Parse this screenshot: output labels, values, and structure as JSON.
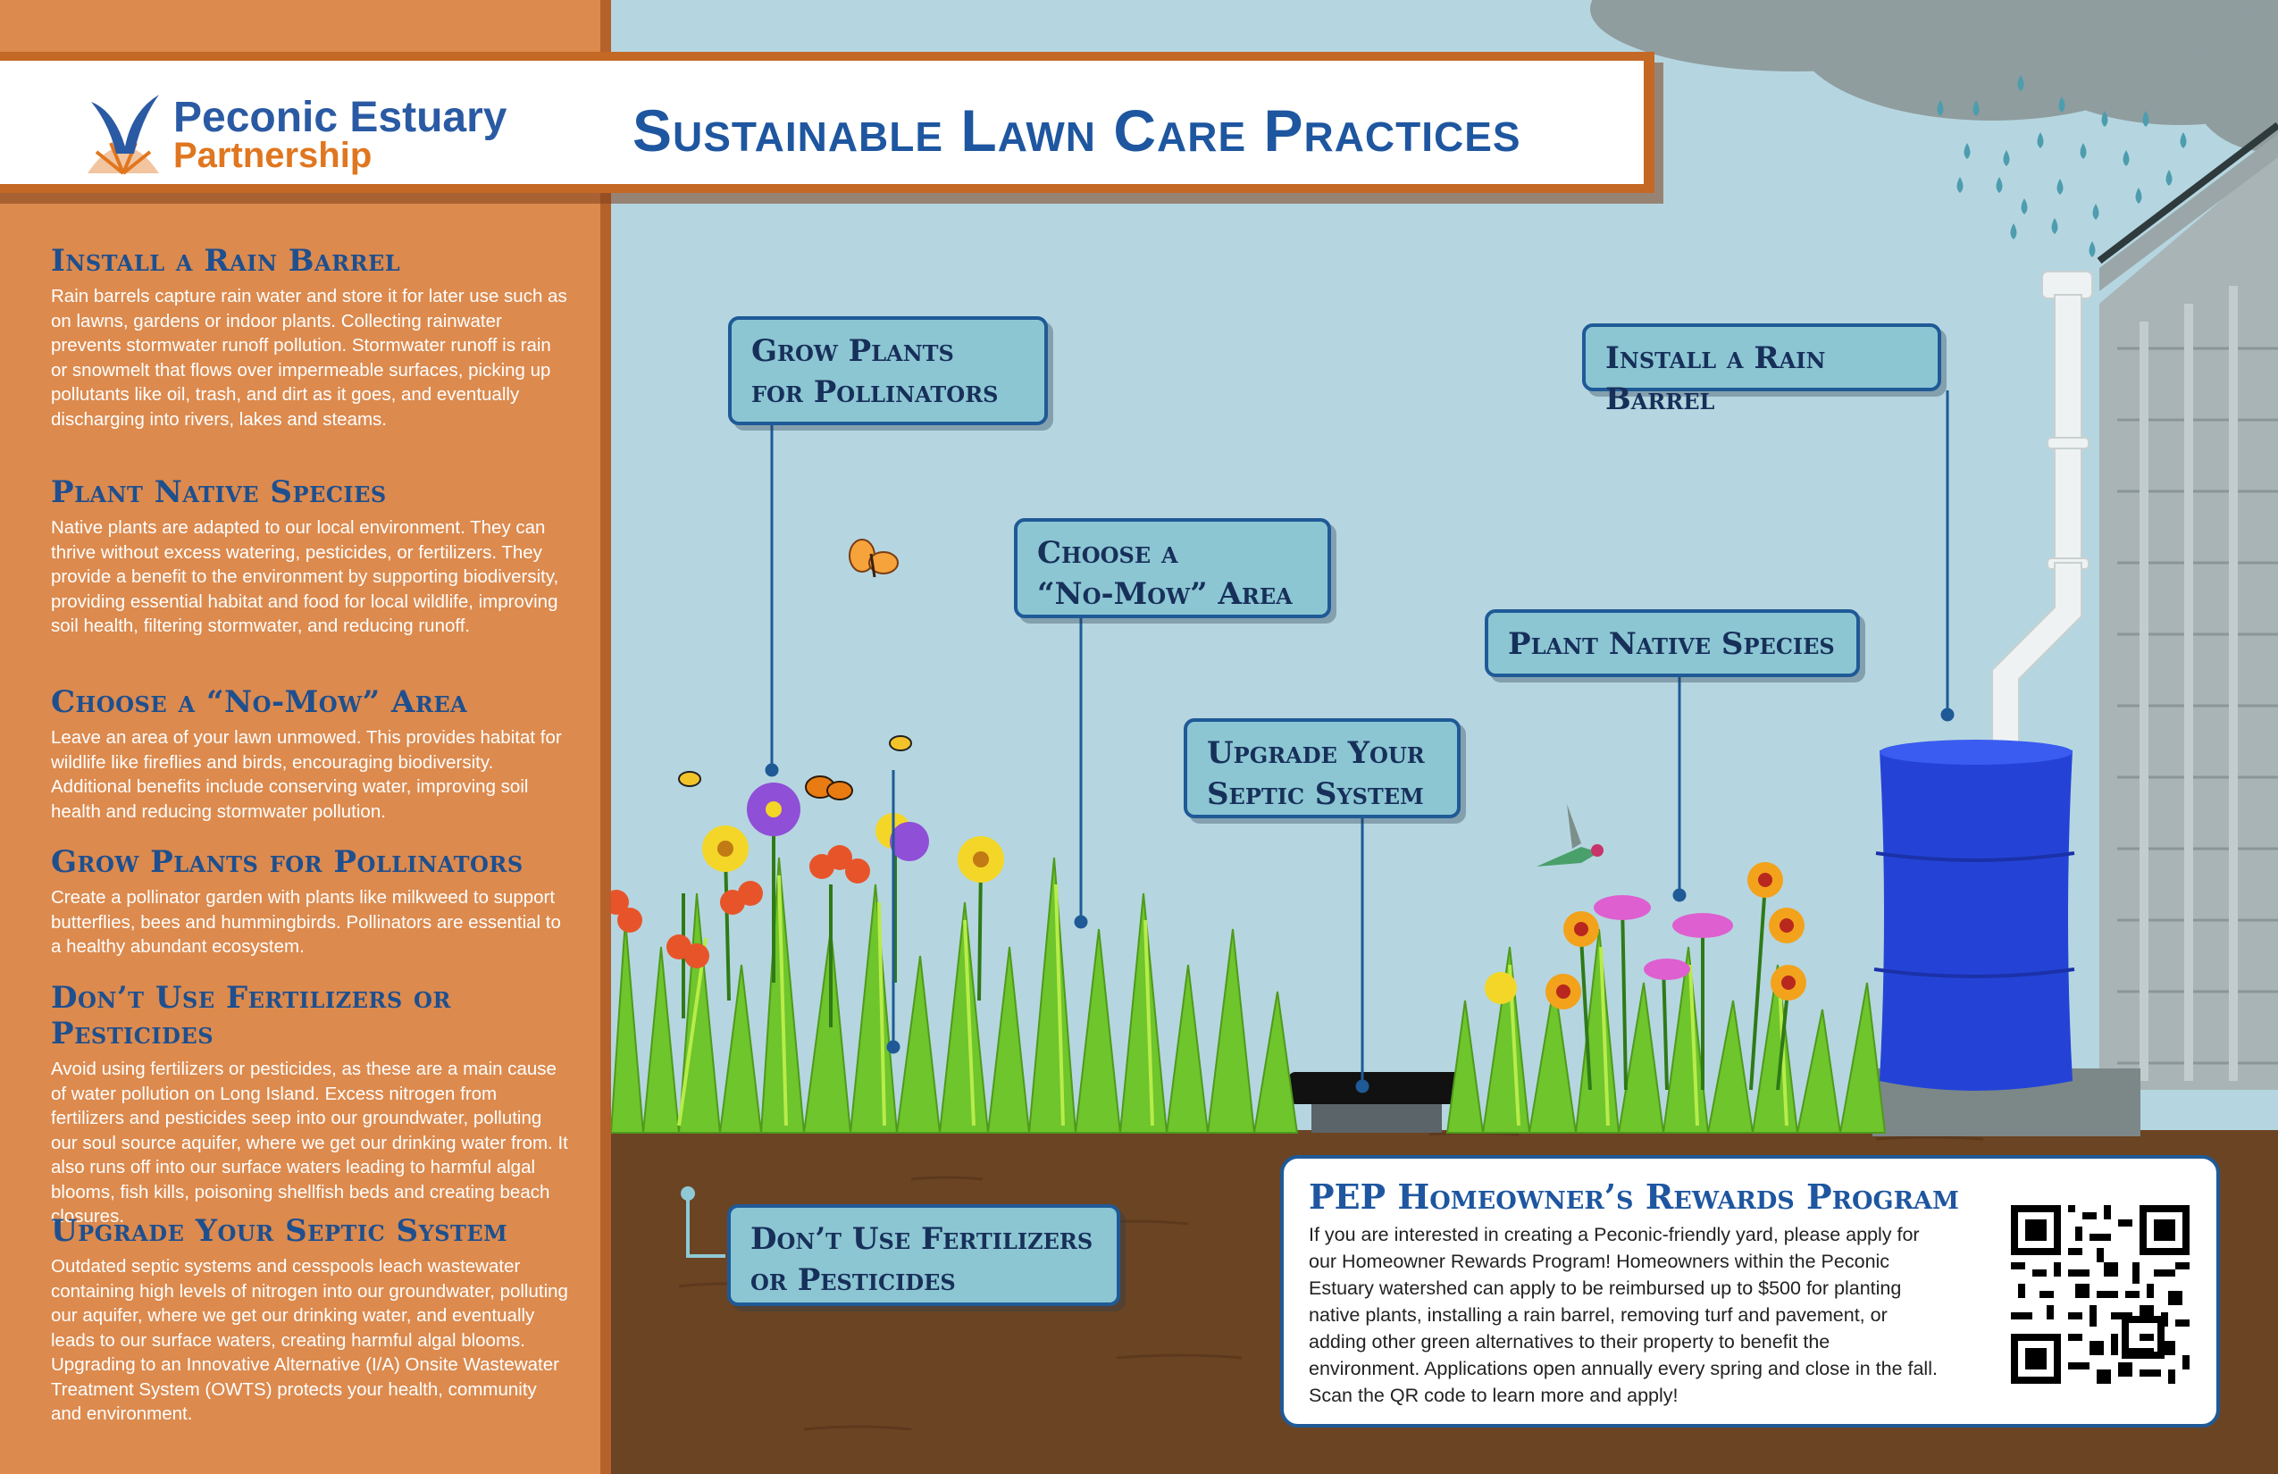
{
  "header": {
    "logo_name": "Peconic Estuary",
    "logo_sub": "Partnership",
    "title": "Sustainable Lawn Care Practices"
  },
  "sidebar": {
    "sections": [
      {
        "heading": "Install a Rain Barrel",
        "body": "Rain barrels capture rain water and store it for later use such as on lawns, gardens or indoor plants. Collecting rainwater prevents stormwater runoff pollution. Stormwater runoff is rain or snowmelt that flows over impermeable surfaces, picking up pollutants like oil, trash, and dirt as it goes, and eventually discharging into rivers, lakes and steams."
      },
      {
        "heading": "Plant Native Species",
        "body": "Native plants are adapted to our local environment. They can thrive without excess watering, pesticides, or fertilizers. They provide a benefit to the environment by supporting biodiversity, providing essential habitat and food for local wildlife, improving soil health, filtering stormwater, and reducing runoff."
      },
      {
        "heading": "Choose a “No-Mow” Area",
        "body": "Leave an area of your lawn unmowed. This provides habitat for wildlife like fireflies and birds, encouraging biodiversity. Additional benefits include conserving water, improving soil health and reducing stormwater pollution."
      },
      {
        "heading": "Grow Plants for Pollinators",
        "body": "Create a pollinator garden with plants like milkweed to support butterflies, bees and hummingbirds. Pollinators are essential to a healthy abundant ecosystem."
      },
      {
        "heading": "Don’t Use Fertilizers or Pesticides",
        "body": "Avoid using fertilizers or pesticides, as these are a main cause of water pollution on Long Island. Excess nitrogen from fertilizers and pesticides seep into our groundwater, polluting our soul source aquifer, where we get our drinking water from. It also runs off into our surface waters leading to harmful algal blooms, fish kills, poisoning shellfish beds and creating beach closures."
      },
      {
        "heading": "Upgrade Your Septic System",
        "body": "Outdated septic systems and cesspools leach wastewater containing high levels of nitrogen into our groundwater, polluting our aquifer, where we get our drinking water, and eventually leads to our surface waters, creating harmful algal blooms. Upgrading to an Innovative Alternative (I/A) Onsite Wastewater Treatment System (OWTS) protects your health, community and environment."
      }
    ]
  },
  "callouts": {
    "pollinators": [
      "Grow Plants",
      "for Pollinators"
    ],
    "no_mow": [
      "Choose a",
      "“No-Mow” Area"
    ],
    "septic": [
      "Upgrade Your",
      "Septic System"
    ],
    "native": "Plant Native Species",
    "rain_barrel": "Install a Rain Barrel",
    "fertilizers": [
      "Don’t Use Fertilizers",
      "or Pesticides"
    ]
  },
  "rewards": {
    "title": "PEP Homeowner’s Rewards Program",
    "body": "If you are interested in creating  a Peconic-friendly yard, please apply for our Homeowner Rewards Program! Homeowners within the Peconic Estuary watershed can apply to be reimbursed up to $500 for planting native plants, installing a rain barrel, removing turf and pavement, or adding other green alternatives to their property to benefit the environment. Applications open annually every spring and close in the fall. Scan the QR code to learn more and apply!"
  },
  "colors": {
    "sidebar": "#dc8a4e",
    "heading_blue": "#1e4f8e",
    "callout_fill": "#8cc6d3",
    "sky": "#b5d6e0",
    "soil": "#6b4424",
    "barrel": "#2443d6"
  }
}
